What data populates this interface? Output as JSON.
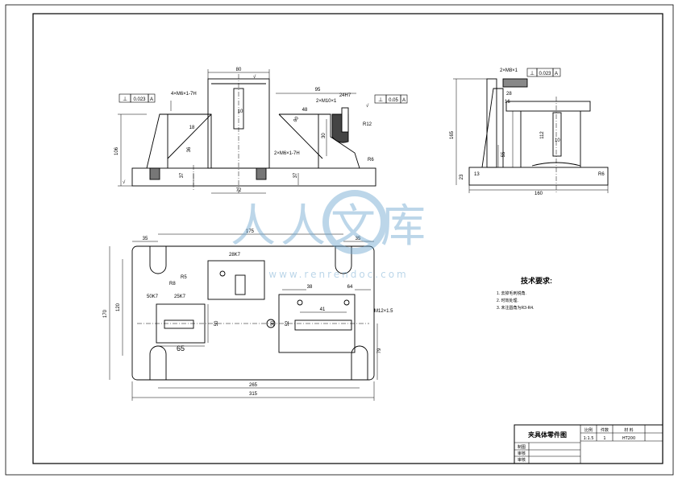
{
  "drawing": {
    "front_view": {
      "overall_width": "80",
      "slot_height": "106",
      "dim_95": "95",
      "dim_48": "48",
      "dim_24h7": "24H7",
      "dim_72": "72",
      "dim_37a": "37",
      "dim_37b": "37",
      "dim_10": "10",
      "dim_18": "18",
      "dim_36": "36",
      "dim_r6": "R6",
      "dim_r12": "R12",
      "dim_90": "90",
      "dim_30": "30",
      "thread_left": "4×M6×1-7H",
      "thread_right": "2×M10×1",
      "thread_bottom": "2×M6×1-7H",
      "tolerance_left": [
        "⊥",
        "0.023",
        "A"
      ],
      "tolerance_right": [
        "⊥",
        "0.05",
        "A"
      ],
      "rough_mark": "√"
    },
    "side_view": {
      "dim_165": "165",
      "dim_160": "160",
      "dim_112": "112",
      "dim_55": "55",
      "dim_23": "23",
      "dim_28": "28",
      "dim_r6": "R6",
      "dim_10": "10",
      "dim_13": "13",
      "dim_16": "16",
      "thread_top": "2×M8×1",
      "tolerance_top": [
        "⊥",
        "0.023",
        "A"
      ]
    },
    "top_view": {
      "dim_315": "315",
      "dim_265": "265",
      "dim_175": "175",
      "dim_170": "170",
      "dim_120": "120",
      "dim_35a": "35",
      "dim_35b": "35",
      "dim_65": "65",
      "dim_50": "50",
      "dim_38": "38",
      "dim_64": "64",
      "dim_41": "41",
      "dim_52": "52",
      "dim_30": "30",
      "dim_79": "79",
      "dim_r8": "R8",
      "dim_r5": "R5",
      "fit_1": "50K7",
      "fit_2": "25K7",
      "fit_3": "28K7",
      "thread": "M12×1.5"
    },
    "tech_requirements": {
      "title": "技术要求:",
      "items": [
        "1. 去掉毛刺锐角.",
        "2. 时效处理.",
        "3. 未注圆角为R3-R4."
      ]
    },
    "title_block": {
      "part_name": "夹具体零件图",
      "col_scale": "比例",
      "col_qty": "件数",
      "col_material": "材 料",
      "scale": "1:1.5",
      "qty": "1",
      "material": "HT200",
      "row_drawn": "制图",
      "row_check": "审核",
      "row_lead": "审核"
    },
    "watermark": {
      "text": "人人文库",
      "url": "www.renrendoc.com"
    }
  }
}
